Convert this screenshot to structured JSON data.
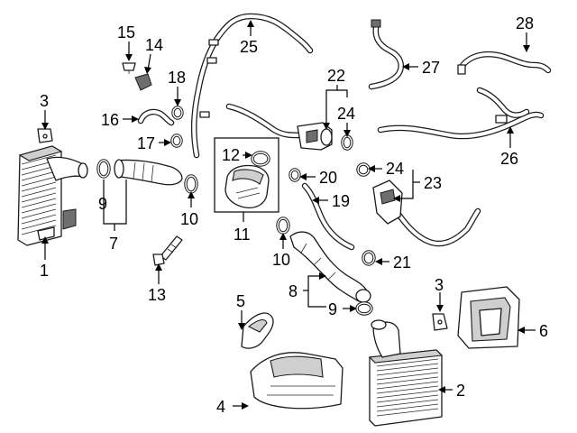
{
  "callouts": {
    "c1": "1",
    "c2": "2",
    "c3a": "3",
    "c3b": "3",
    "c4": "4",
    "c5": "5",
    "c6": "6",
    "c7": "7",
    "c8": "8",
    "c9a": "9",
    "c9b": "9",
    "c10a": "10",
    "c10b": "10",
    "c11": "11",
    "c12": "12",
    "c13": "13",
    "c14": "14",
    "c15": "15",
    "c16": "16",
    "c17": "17",
    "c18": "18",
    "c19": "19",
    "c20": "20",
    "c21": "21",
    "c22": "22",
    "c23": "23",
    "c24a": "24",
    "c24b": "24",
    "c25": "25",
    "c26": "26",
    "c27": "27",
    "c28": "28"
  }
}
